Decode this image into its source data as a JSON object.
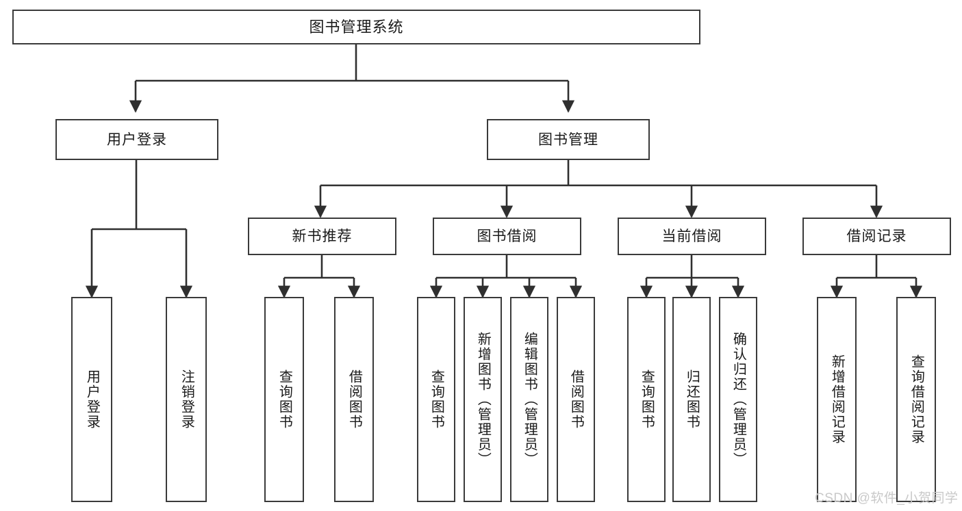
{
  "diagram": {
    "type": "tree-hierarchy",
    "title": "图书管理系统",
    "orientation": "top-down",
    "colors": {
      "box_border": "#3a3a3a",
      "box_fill": "#ffffff",
      "connector": "#2f2f2f",
      "text": "#1a1a1a",
      "watermark": "#c9c9c9",
      "background": "#ffffff"
    },
    "root": {
      "id": "root",
      "label": "图书管理系统"
    },
    "level2": [
      {
        "id": "user-login",
        "label": "用户登录"
      },
      {
        "id": "book-manage",
        "label": "图书管理"
      }
    ],
    "level3": [
      {
        "id": "new-book-recommend",
        "label": "新书推荐",
        "parent": "book-manage"
      },
      {
        "id": "book-borrow",
        "label": "图书借阅",
        "parent": "book-manage"
      },
      {
        "id": "current-borrow",
        "label": "当前借阅",
        "parent": "book-manage"
      },
      {
        "id": "borrow-record",
        "label": "借阅记录",
        "parent": "book-manage"
      }
    ],
    "leaves": {
      "user_login": [
        {
          "id": "leaf-user-login",
          "label": "用户登录"
        },
        {
          "id": "leaf-logout-login",
          "label": "注销登录"
        }
      ],
      "new_book_recommend": [
        {
          "id": "leaf-query-book-1",
          "label": "查询图书"
        },
        {
          "id": "leaf-borrow-book-1",
          "label": "借阅图书"
        }
      ],
      "book_borrow": [
        {
          "id": "leaf-query-book-2",
          "label": "查询图书"
        },
        {
          "id": "leaf-add-book",
          "label": "新增图书（管理员）"
        },
        {
          "id": "leaf-edit-book",
          "label": "编辑图书（管理员）"
        },
        {
          "id": "leaf-borrow-book-2",
          "label": "借阅图书"
        }
      ],
      "current_borrow": [
        {
          "id": "leaf-query-book-3",
          "label": "查询图书"
        },
        {
          "id": "leaf-return-book",
          "label": "归还图书"
        },
        {
          "id": "leaf-confirm-return",
          "label": "确认归还（管理员）"
        }
      ],
      "borrow_record": [
        {
          "id": "leaf-add-record",
          "label": "新增借阅记录"
        },
        {
          "id": "leaf-query-record",
          "label": "查询借阅记录"
        }
      ]
    }
  },
  "watermark": {
    "text": "CSDN @软件_小贺同学"
  }
}
